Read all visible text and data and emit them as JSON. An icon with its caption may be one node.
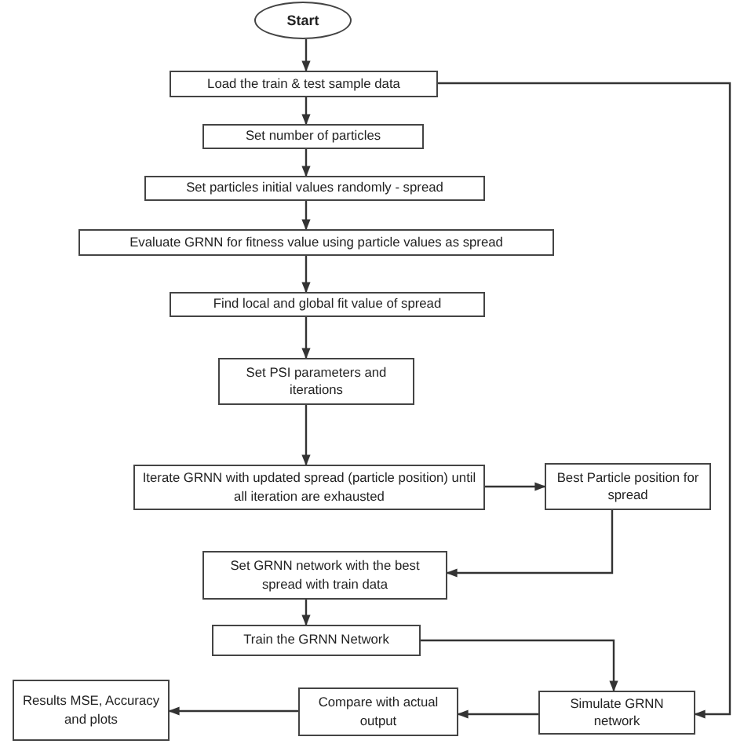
{
  "diagram": {
    "nodes": [
      {
        "text": [
          "Start"
        ]
      },
      {
        "text": [
          "Load the train & test sample data"
        ]
      },
      {
        "text": [
          "Set number of particles"
        ]
      },
      {
        "text": [
          "Set particles initial values randomly - spread"
        ]
      },
      {
        "text": [
          "Evaluate GRNN for fitness value using particle values as spread"
        ]
      },
      {
        "text": [
          "Find local and global fit value of spread"
        ]
      },
      {
        "text": [
          "Set PSI parameters and iterations"
        ]
      },
      {
        "text": [
          "Iterate GRNN with updated spread (particle position) until all iteration are exhausted"
        ]
      },
      {
        "text": [
          "Best Particle position for spread"
        ]
      },
      {
        "text": [
          "Set GRNN network with the best spread with train data"
        ]
      },
      {
        "text": [
          "Train the GRNN Network"
        ]
      },
      {
        "text": [
          "Simulate GRNN network"
        ]
      },
      {
        "text": [
          "Compare with actual output"
        ]
      },
      {
        "text": [
          "Results MSE, Accuracy and plots"
        ]
      }
    ],
    "edges": [
      {
        "from": 0,
        "to": 1,
        "arrow": "to"
      },
      {
        "from": 1,
        "to": 2,
        "arrow": "to"
      },
      {
        "from": 2,
        "to": 3,
        "arrow": "to"
      },
      {
        "from": 3,
        "to": 4,
        "arrow": "to"
      },
      {
        "from": 4,
        "to": 5,
        "arrow": "to"
      },
      {
        "from": 5,
        "to": 6,
        "arrow": "to"
      },
      {
        "from": 6,
        "to": 7,
        "arrow": "to"
      },
      {
        "from": 7,
        "to": 8,
        "arrow": "to"
      },
      {
        "from": 8,
        "to": 9,
        "arrow": "to"
      },
      {
        "from": 9,
        "to": 10,
        "arrow": "to"
      },
      {
        "from": 10,
        "to": 11,
        "arrow": "to"
      },
      {
        "from": 1,
        "to": 11,
        "arrow": "to"
      },
      {
        "from": 11,
        "to": 12,
        "arrow": "to"
      },
      {
        "from": 12,
        "to": 13,
        "arrow": "to"
      }
    ]
  }
}
